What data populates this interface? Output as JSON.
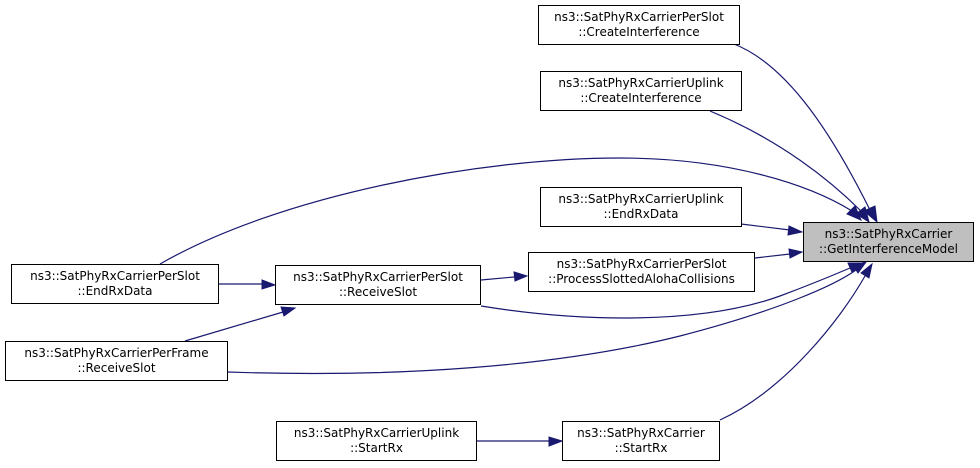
{
  "graph": {
    "colors": {
      "edge": "#191970",
      "node_border": "#000000",
      "current_fill": "#bfbfbf"
    },
    "nodes": {
      "get_interference_model": {
        "line1": "ns3::SatPhyRxCarrier",
        "line2": "::GetInterferenceModel"
      },
      "per_slot_create_interference": {
        "line1": "ns3::SatPhyRxCarrierPerSlot",
        "line2": "::CreateInterference"
      },
      "uplink_create_interference": {
        "line1": "ns3::SatPhyRxCarrierUplink",
        "line2": "::CreateInterference"
      },
      "uplink_end_rx_data": {
        "line1": "ns3::SatPhyRxCarrierUplink",
        "line2": "::EndRxData"
      },
      "per_slot_process_slotted_aloha": {
        "line1": "ns3::SatPhyRxCarrierPerSlot",
        "line2": "::ProcessSlottedAlohaCollisions"
      },
      "per_slot_receive_slot": {
        "line1": "ns3::SatPhyRxCarrierPerSlot",
        "line2": "::ReceiveSlot"
      },
      "per_slot_end_rx_data": {
        "line1": "ns3::SatPhyRxCarrierPerSlot",
        "line2": "::EndRxData"
      },
      "per_frame_receive_slot": {
        "line1": "ns3::SatPhyRxCarrierPerFrame",
        "line2": "::ReceiveSlot"
      },
      "carrier_start_rx": {
        "line1": "ns3::SatPhyRxCarrier",
        "line2": "::StartRx"
      },
      "uplink_start_rx": {
        "line1": "ns3::SatPhyRxCarrierUplink",
        "line2": "::StartRx"
      }
    }
  }
}
